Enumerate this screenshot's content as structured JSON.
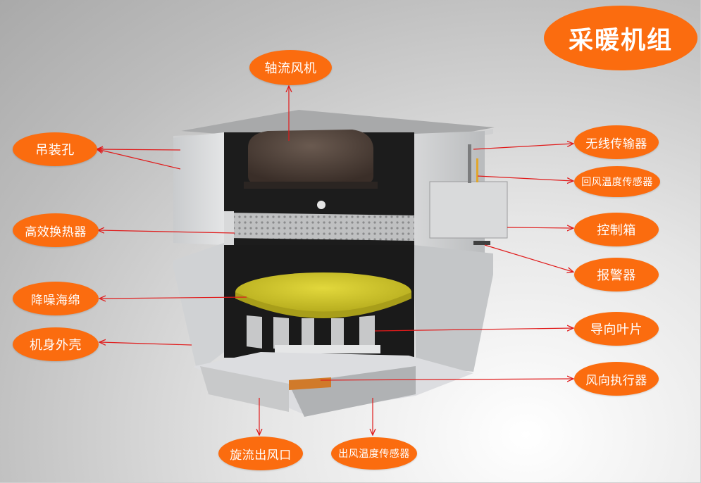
{
  "title": "采暖机组",
  "colors": {
    "accent": "#fb6c0f",
    "arrow": "#e01b1b"
  },
  "labels": {
    "axial_fan": "轴流风机",
    "lifting_hole": "吊装孔",
    "heat_exchanger": "高效换热器",
    "noise_sponge": "降噪海绵",
    "body_shell": "机身外壳",
    "wireless_transmitter": "无线传输器",
    "return_air_temp_sensor": "回风温度传感器",
    "control_box": "控制箱",
    "alarm": "报警器",
    "guide_vane": "导向叶片",
    "air_direction_actuator": "风向执行器",
    "swirl_outlet": "旋流出风口",
    "outlet_air_temp_sensor": "出风温度传感器"
  }
}
